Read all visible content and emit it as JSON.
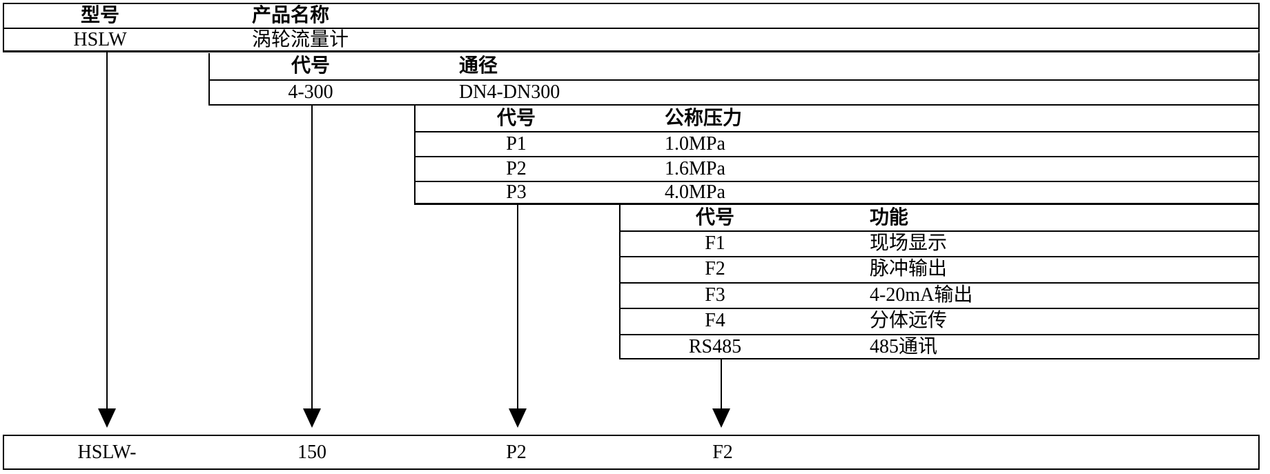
{
  "diagram": {
    "product_tables": [
      {
        "headers": {
          "code": "型号",
          "desc": "产品名称"
        },
        "rows": [
          {
            "code": "HSLW",
            "desc": "涡轮流量计"
          }
        ]
      },
      {
        "headers": {
          "code": "代号",
          "desc": "通径"
        },
        "rows": [
          {
            "code": "4-300",
            "desc": "DN4-DN300"
          }
        ]
      },
      {
        "headers": {
          "code": "代号",
          "desc": "公称压力"
        },
        "rows": [
          {
            "code": "P1",
            "desc": "1.0MPa"
          },
          {
            "code": "P2",
            "desc": "1.6MPa"
          },
          {
            "code": "P3",
            "desc": "4.0MPa"
          }
        ]
      },
      {
        "headers": {
          "code": "代号",
          "desc": "功能"
        },
        "rows": [
          {
            "code": "F1",
            "desc": "现场显示"
          },
          {
            "code": "F2",
            "desc": "脉冲输出"
          },
          {
            "code": "F3",
            "desc": "4-20mA输出"
          },
          {
            "code": "F4",
            "desc": "分体远传"
          },
          {
            "code": "RS485",
            "desc": "485通讯"
          }
        ]
      }
    ],
    "result": {
      "model": "HSLW-",
      "diameter": "150",
      "pressure": "P2",
      "function": "F2"
    },
    "colors": {
      "line": "#000000",
      "text": "#000000",
      "background": "#ffffff"
    }
  }
}
